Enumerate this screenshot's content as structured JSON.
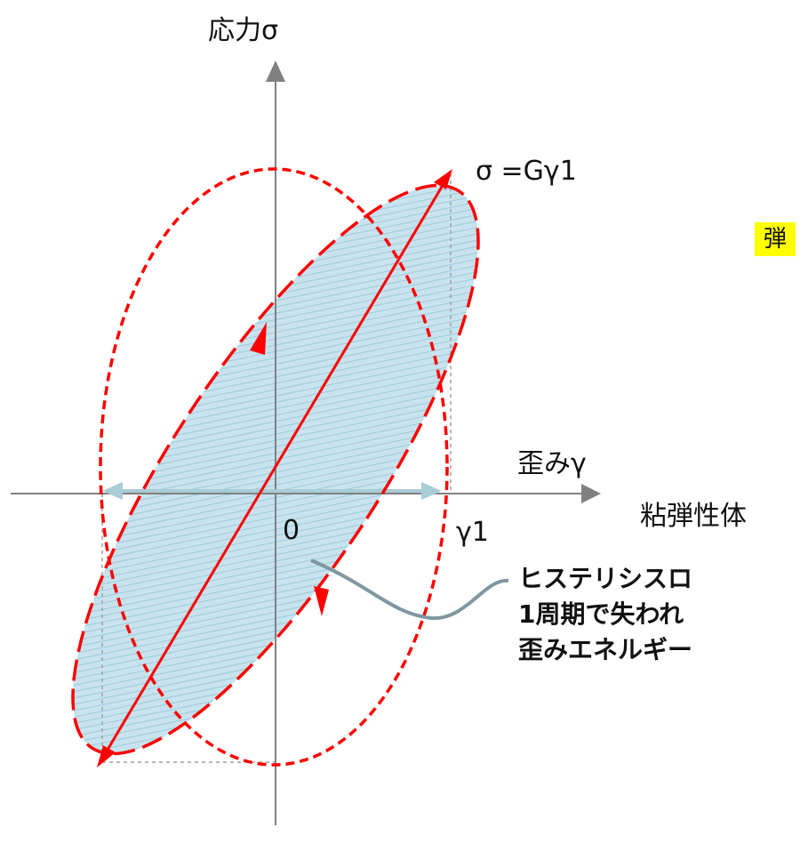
{
  "labels": {
    "stress_axis": "応力σ",
    "strain_axis": "歪みγ",
    "origin": "0",
    "gamma1": "γ1",
    "relation": "σ =Gγ1",
    "highlight": "弾",
    "material": "粘弾性体",
    "hysteresis_note": [
      "ヒステリシスロ",
      "1周期で失われ",
      "歪みエネルギー"
    ]
  },
  "colors": {
    "axis": "#808080",
    "loop": "#ff0000",
    "fill": "#c8e3ee",
    "fill_hatch": "#9ccbdb",
    "amplitude_arrow": "#a9ccd6",
    "leader": "#7e97a0",
    "guide": "#a0a0a0",
    "highlight_bg": "#ffff00"
  }
}
